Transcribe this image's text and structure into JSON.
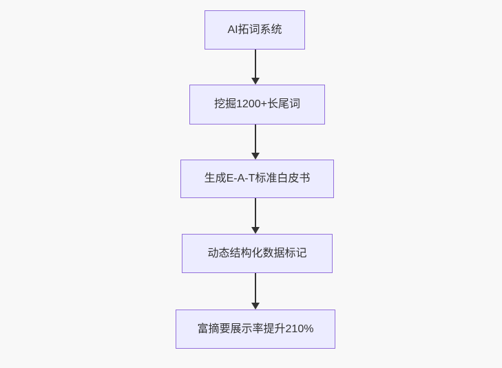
{
  "diagram": {
    "type": "flowchart",
    "direction": "top-down",
    "nodes": [
      {
        "id": "n1",
        "label": "AI拓词系统"
      },
      {
        "id": "n2",
        "label": "挖掘1200+长尾词"
      },
      {
        "id": "n3",
        "label": "生成E-A-T标准白皮书"
      },
      {
        "id": "n4",
        "label": "动态结构化数据标记"
      },
      {
        "id": "n5",
        "label": "富摘要展示率提升210%"
      }
    ],
    "edges": [
      {
        "from": "n1",
        "to": "n2",
        "label": ""
      },
      {
        "from": "n2",
        "to": "n3",
        "label": ""
      },
      {
        "from": "n3",
        "to": "n4",
        "label": ""
      },
      {
        "from": "n4",
        "to": "n5",
        "label": ""
      }
    ],
    "colors": {
      "background": "#f8f8f8",
      "node_fill": "#ececff",
      "node_border": "#9370db",
      "node_text": "#333333",
      "arrow": "#333333"
    }
  }
}
